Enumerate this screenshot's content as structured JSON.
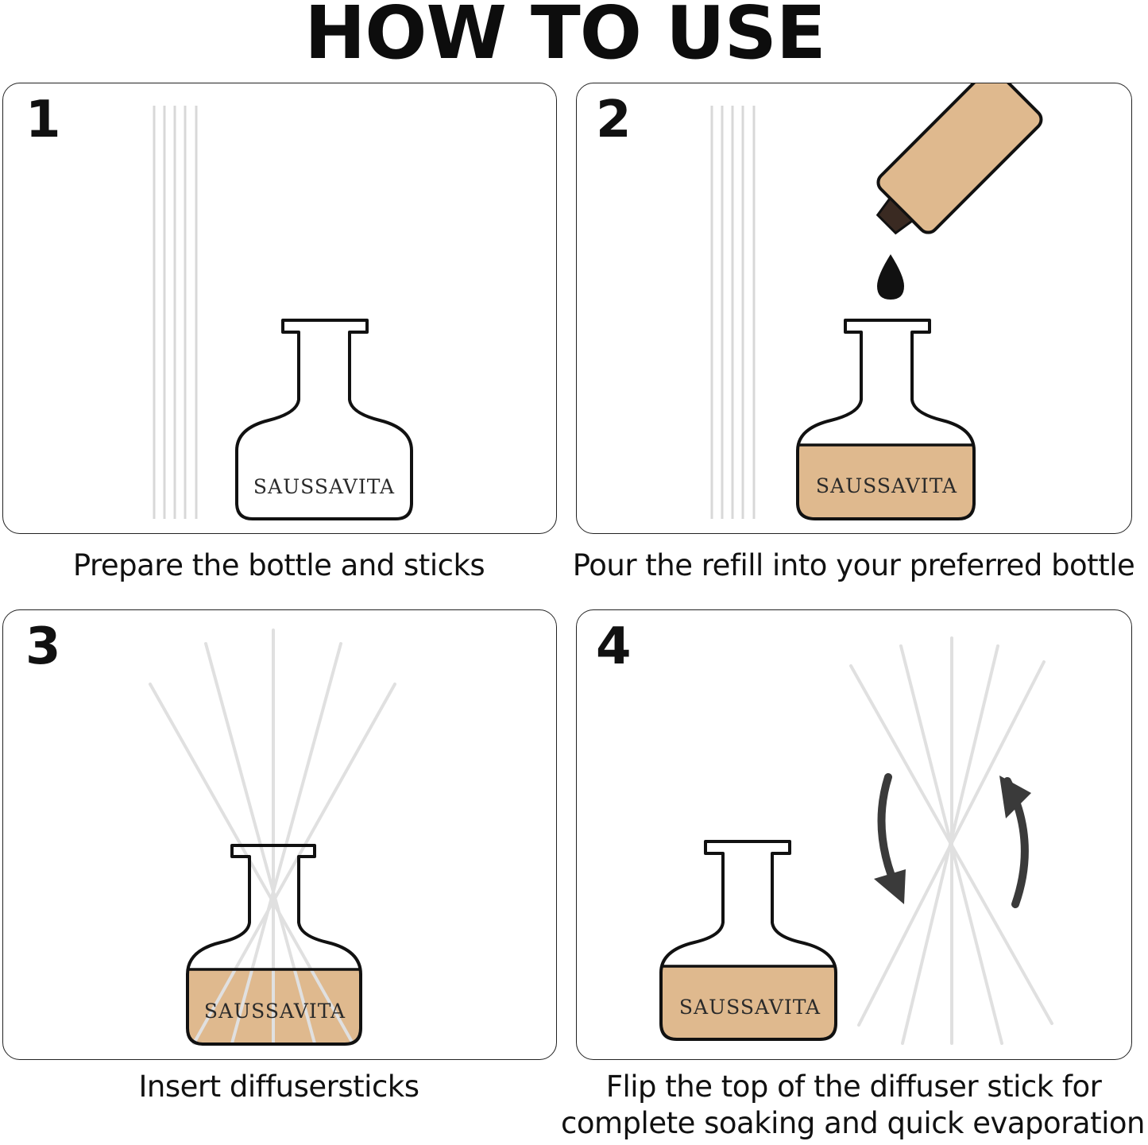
{
  "title": "HOW TO USE",
  "brand": "SAUSSAVITA",
  "colors": {
    "liquid": "#dfb98e",
    "outline": "#111111",
    "stick": "#d8d8d8",
    "drop": "#111111",
    "arrow": "#3a3a3a"
  },
  "steps": [
    {
      "number": "1",
      "caption": "Prepare the bottle and sticks"
    },
    {
      "number": "2",
      "caption": "Pour the refill into your preferred bottle"
    },
    {
      "number": "3",
      "caption": "Insert diffusersticks"
    },
    {
      "number": "4",
      "caption_line1": "Flip the top of the diffuser stick for",
      "caption_line2": "complete soaking and quick evaporation"
    }
  ]
}
